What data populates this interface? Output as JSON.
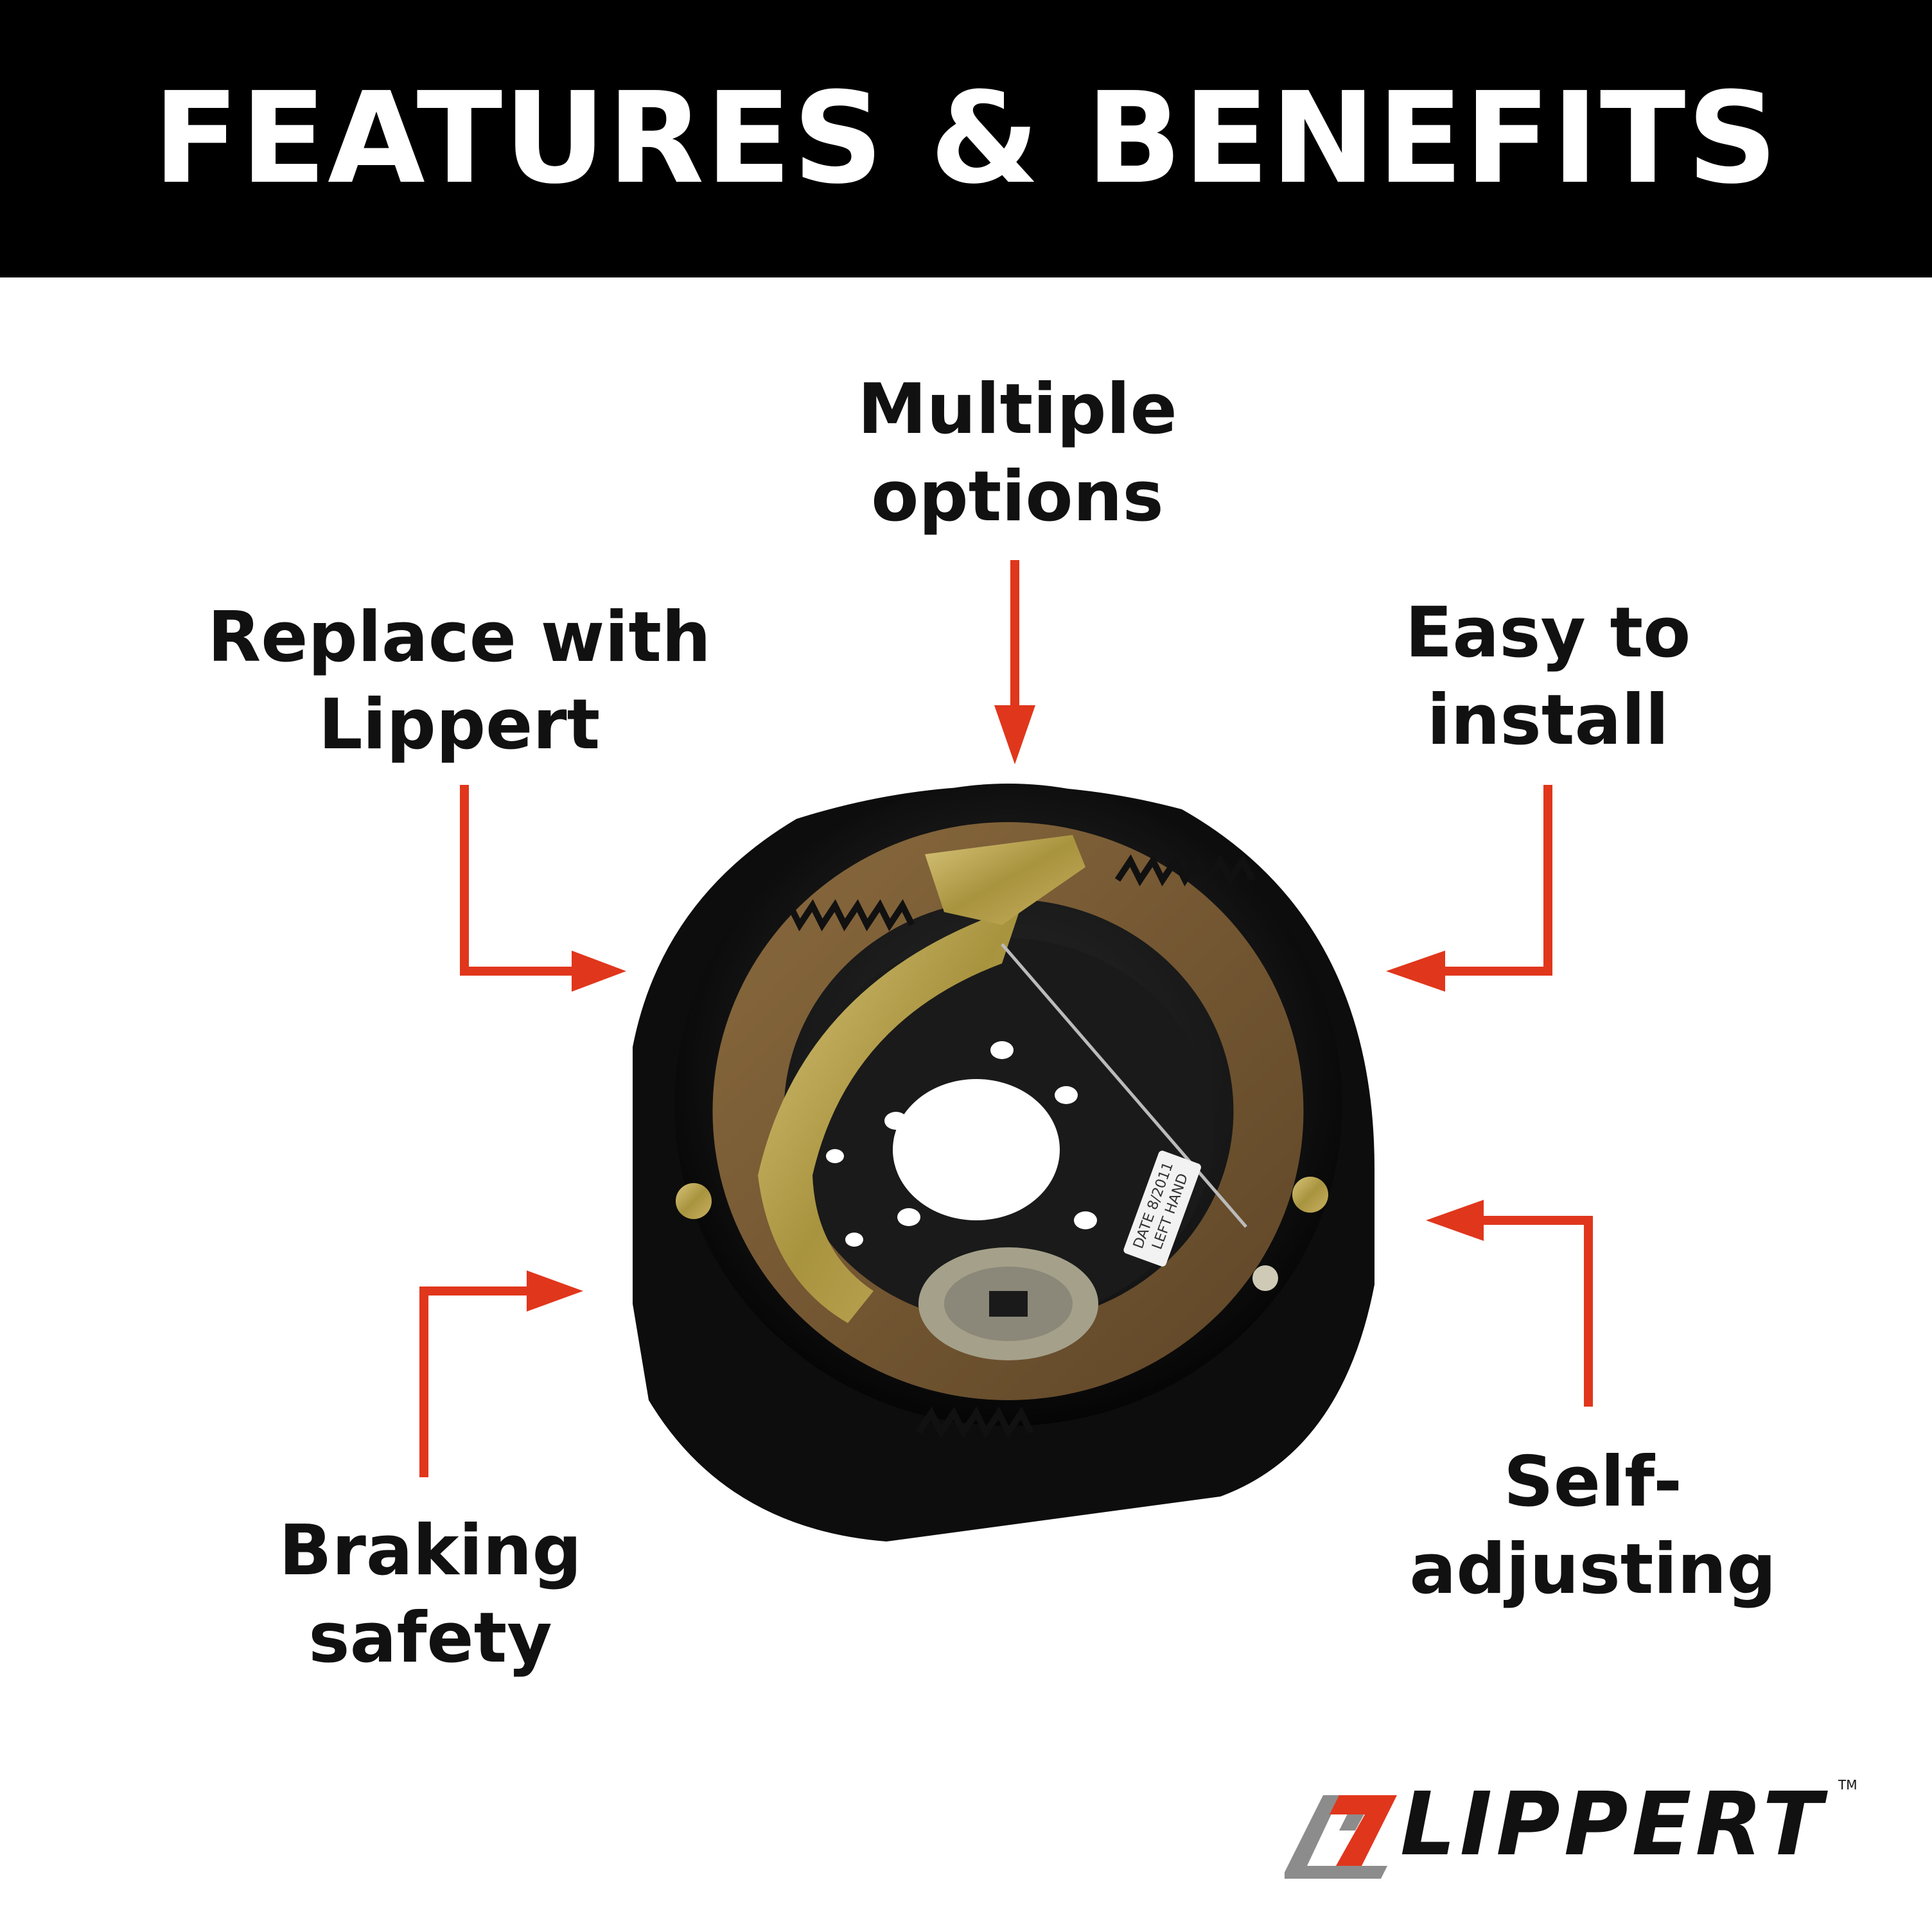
{
  "header": {
    "title": "FEATURES & BENEFITS"
  },
  "features": {
    "multiple_options": [
      "Multiple",
      "options"
    ],
    "replace_with_lippert": [
      "Replace with",
      "Lippert"
    ],
    "easy_to_install": [
      "Easy to",
      "install"
    ],
    "braking_safety": [
      "Braking",
      "safety"
    ],
    "self_adjusting": [
      "Self-",
      "adjusting"
    ]
  },
  "product_label": {
    "line1": "DATE 8/2011",
    "line2": "LEFT HAND"
  },
  "logo": {
    "word": "LIPPERT",
    "tm": "TM"
  },
  "colors": {
    "header_bg": "#000000",
    "header_text": "#ffffff",
    "arrow": "#e0361c",
    "logo_red": "#e0361c",
    "logo_gray": "#8c8c8c"
  }
}
